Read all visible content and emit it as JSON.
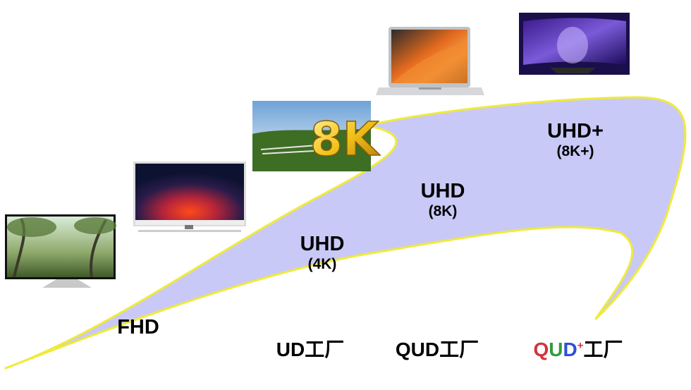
{
  "stages": [
    {
      "id": "fhd",
      "title": "FHD",
      "sub": ""
    },
    {
      "id": "uhd-4k",
      "title": "UHD",
      "sub": "(4K)"
    },
    {
      "id": "uhd-8k",
      "title": "UHD",
      "sub": "(8K)"
    },
    {
      "id": "uhd-plus",
      "title": "UHD+",
      "sub": "(8K+)"
    }
  ],
  "factories": [
    {
      "id": "ud",
      "text": "UD工厂"
    },
    {
      "id": "qud",
      "text": "QUD工厂"
    },
    {
      "id": "qud-plus",
      "q": "Q",
      "u": "U",
      "d": "D",
      "plus": "+",
      "suffix": "工厂"
    }
  ],
  "devices": [
    {
      "id": "fhd-tv",
      "kind": "tv-icon"
    },
    {
      "id": "4k-tv",
      "kind": "tv-icon"
    },
    {
      "id": "8k-tv",
      "kind": "tv-icon",
      "badge": "8K"
    },
    {
      "id": "laptop",
      "kind": "laptop-icon"
    },
    {
      "id": "curved-monitor",
      "kind": "monitor-icon"
    }
  ],
  "colors": {
    "shape_fill": "#c9c9f7",
    "shape_stroke": "#f0ea3a",
    "qud_q": "#d4323c",
    "qud_u": "#2e9e3c",
    "qud_d": "#2d4fd8"
  }
}
